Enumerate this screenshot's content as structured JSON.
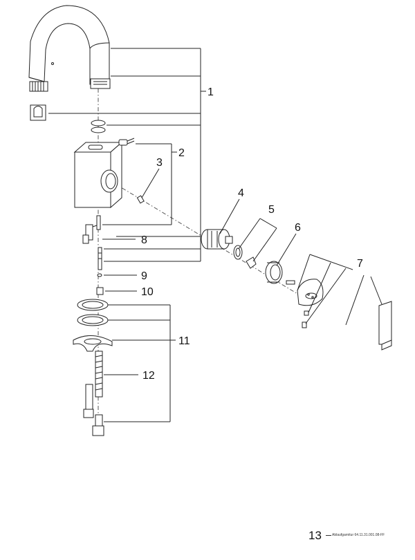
{
  "callouts": [
    "1",
    "2",
    "3",
    "4",
    "5",
    "6",
    "7",
    "8",
    "9",
    "10",
    "11",
    "12"
  ],
  "footer": {
    "page_number": "13",
    "doc_ref": "Ablaufgarnitur 64.11.31.001.08-FF"
  }
}
